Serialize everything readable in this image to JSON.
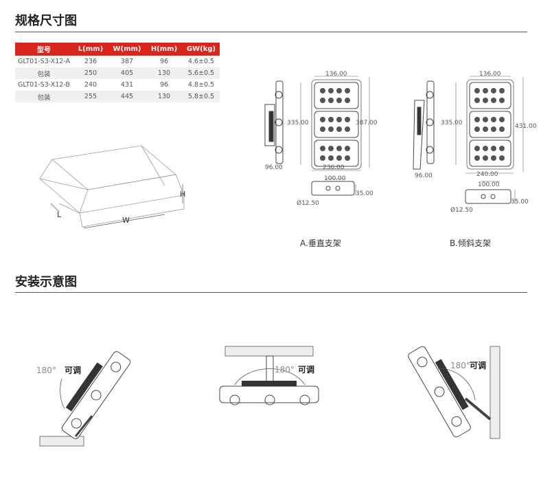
{
  "sections": {
    "spec_title": "规格尺寸图",
    "install_title": "安装示意图"
  },
  "table": {
    "headers": [
      "型号",
      "L(mm)",
      "W(mm)",
      "H(mm)",
      "GW(kg)"
    ],
    "rows": [
      [
        "GLT01-S3-X12-A",
        "236",
        "387",
        "96",
        "4.6±0.5"
      ],
      [
        "包装",
        "250",
        "405",
        "130",
        "5.6±0.5"
      ],
      [
        "GLT01-S3-X12-B",
        "240",
        "431",
        "96",
        "4.8±0.5"
      ],
      [
        "包装",
        "255",
        "445",
        "130",
        "5.8±0.5"
      ]
    ]
  },
  "box": {
    "L": "L",
    "W": "W",
    "H": "H"
  },
  "drawing_a": {
    "width_top": "136.00",
    "height_inner": "335.00",
    "height_outer": "387.00",
    "width_bottom": "236.00",
    "side_dim": "96.00",
    "bracket_width": "100.00",
    "bracket_depth": "35.00",
    "hole": "Ø12.50",
    "caption": "A.垂直支架"
  },
  "drawing_b": {
    "width_top": "136.00",
    "height_inner": "335.00",
    "height_outer": "431.00",
    "width_bottom": "240.00",
    "side_dim": "96.00",
    "bracket_width": "100.00",
    "bracket_depth": "35.00",
    "hole": "Ø12.50",
    "caption": "B.倾斜支架"
  },
  "install": {
    "angle": "180°",
    "adjust": "可调"
  },
  "colors": {
    "accent": "#d9261c",
    "line": "#555555"
  }
}
